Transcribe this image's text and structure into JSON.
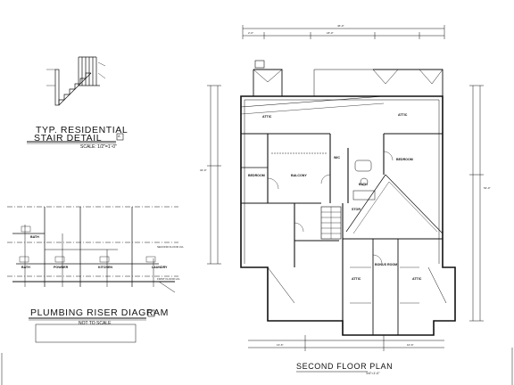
{
  "stair_detail": {
    "title_line1": "TYP. RESIDENTIAL",
    "title_line2": "STAIR DETAIL",
    "scale": "SCALE: 1/2\"=1'-0\"",
    "badge": "A"
  },
  "plumbing_riser": {
    "title": "PLUMBING RISER DIAGRAM",
    "scale": "NOT TO SCALE",
    "labels": [
      "BATH",
      "BATH",
      "LAUNDRY",
      "KITCHEN",
      "POWDER"
    ],
    "level_labels": [
      "SECOND FLOOR LVL",
      "FIRST FLOOR LVL"
    ]
  },
  "floor_plan": {
    "title": "SECOND FLOOR PLAN",
    "scale": "1/4\"=1'-0\"",
    "rooms": [
      "ATTIC",
      "ATTIC",
      "BEDROOM",
      "BEDROOM",
      "BALCONY",
      "BATH",
      "BONUS ROOM",
      "ATTIC",
      "ATTIC",
      "WIC",
      "STOR"
    ],
    "dimensions": [
      "46'-0\"",
      "2'-0\"",
      "18'-0\"",
      "32'-0\"",
      "13'-6\"",
      "10'-6\"",
      "54'-0\""
    ]
  }
}
